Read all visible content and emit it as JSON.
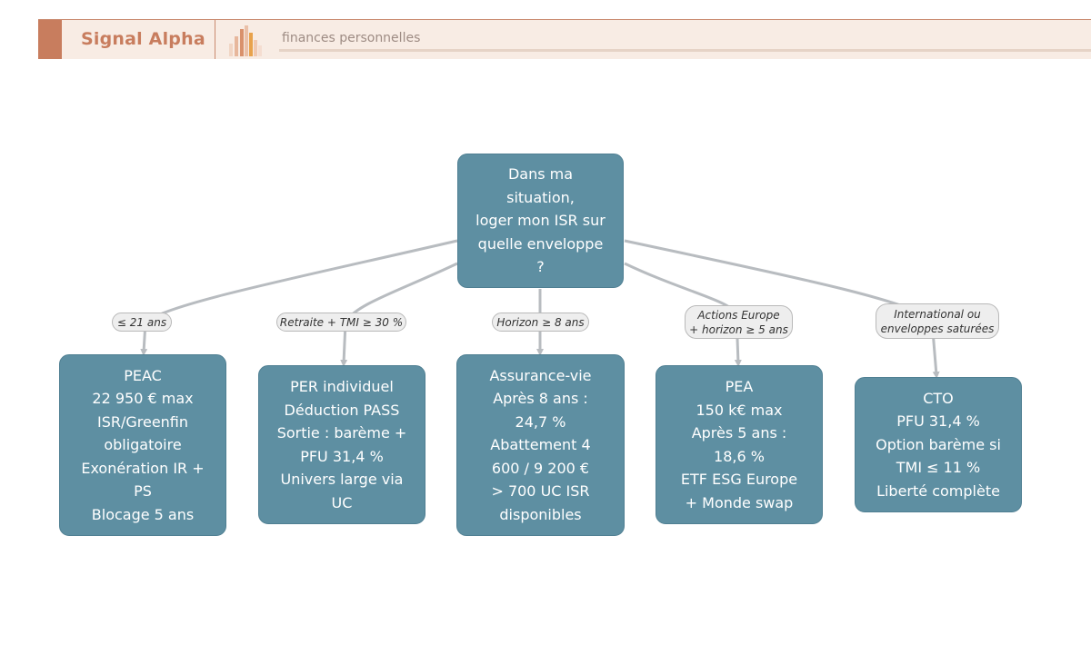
{
  "header": {
    "brand": "Signal Alpha",
    "tagline": "finances personnelles"
  },
  "diagram": {
    "root": {
      "text": "Dans ma\nsituation,\nloger mon ISR sur\nquelle enveloppe\n?"
    },
    "edges": [
      {
        "label": "≤ 21 ans"
      },
      {
        "label": "Retraite + TMI ≥ 30 %"
      },
      {
        "label": "Horizon ≥ 8 ans"
      },
      {
        "label": "Actions Europe\n+ horizon ≥ 5 ans"
      },
      {
        "label": "International ou\nenveloppes saturées"
      }
    ],
    "nodes": [
      {
        "text": "PEAC\n22 950 € max\nISR/Greenfin\nobligatoire\nExonération IR +\nPS\nBlocage 5 ans"
      },
      {
        "text": "PER individuel\nDéduction PASS\nSortie : barème +\nPFU 31,4 %\nUnivers large via\nUC"
      },
      {
        "text": "Assurance-vie\nAprès 8 ans :\n24,7 %\nAbattement 4\n600 / 9 200 €\n> 700 UC ISR\ndisponibles"
      },
      {
        "text": "PEA\n150 k€ max\nAprès 5 ans :\n18,6 %\nETF ESG Europe\n+ Monde swap"
      },
      {
        "text": "CTO\nPFU 31,4 %\nOption barème si\nTMI ≤ 11 %\nLiberté complète"
      }
    ]
  },
  "colors": {
    "brand": "#c87d5e",
    "header_bg": "#f8ece4",
    "node_fill": "#5e8fa2",
    "edge_stroke": "#b8bcc0",
    "label_bg": "#eeeeee"
  }
}
